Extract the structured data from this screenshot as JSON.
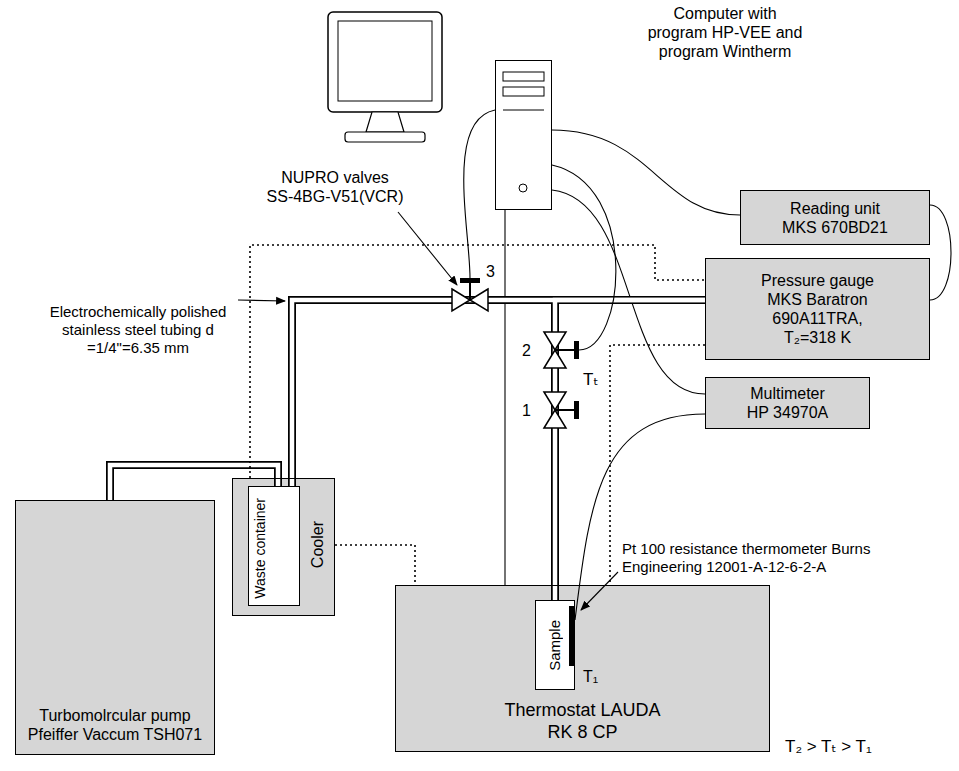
{
  "diagram": {
    "nodes": [
      {
        "text": [
          "Computer with program HP-VEE and program Wintherm"
        ]
      },
      {
        "text": [
          "Reading unit MKS 670BD21"
        ]
      },
      {
        "text": [
          "Pressure gauge MKS Baratron 690A11TRA, T₂=318 K"
        ]
      },
      {
        "text": [
          "Multimeter HP 34970A"
        ]
      },
      {
        "text": [
          "Cooler"
        ]
      },
      {
        "text": [
          "Waste container"
        ],
        "in": 4
      },
      {
        "text": [
          "Thermostat LAUDA RK 8 CP"
        ]
      },
      {
        "text": [
          "Sample"
        ],
        "in": 6
      },
      {
        "text": [
          "Turbomolrcular pump Pfeiffer Vaccum TSH071"
        ]
      }
    ],
    "edges": [
      {
        "from": 0,
        "to": 1,
        "arrow": "none"
      },
      {
        "from": 1,
        "to": 2,
        "arrow": "none"
      },
      {
        "from": 0,
        "to": 3,
        "arrow": "none"
      },
      {
        "from": 0,
        "to": 6,
        "arrow": "none"
      },
      {
        "from": 3,
        "to": 7,
        "arrow": "none"
      },
      {
        "from": 8,
        "to": 5,
        "arrow": "none"
      },
      {
        "from": 5,
        "to": 2,
        "arrow": "none"
      },
      {
        "from": 7,
        "to": 2,
        "arrow": "none"
      }
    ],
    "labels": [
      "NUPRO valves SS-4BG-V51(VCR)",
      "Electrochemically polished stainless steel tubing d =1/4\"=6.35 mm",
      "3",
      "2",
      "1",
      "Tₜ",
      "Pt 100 resistance thermometer Burns Engineering 12001-A-12-6-2-A",
      "T₁",
      "T₂ > Tₜ > T₁"
    ]
  }
}
